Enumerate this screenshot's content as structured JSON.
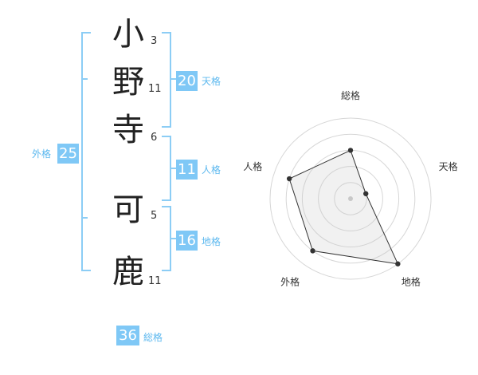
{
  "name": {
    "chars": [
      {
        "char": "小",
        "strokes": "3"
      },
      {
        "char": "野",
        "strokes": "11"
      },
      {
        "char": "寺",
        "strokes": "6"
      },
      {
        "char": "可",
        "strokes": "5"
      },
      {
        "char": "鹿",
        "strokes": "11"
      }
    ]
  },
  "scores": {
    "tenkaku": {
      "value": "20",
      "label": "天格"
    },
    "jinkaku": {
      "value": "11",
      "label": "人格"
    },
    "chikaku": {
      "value": "16",
      "label": "地格"
    },
    "gaikaku": {
      "value": "25",
      "label": "外格"
    },
    "soukaku": {
      "value": "36",
      "label": "総格"
    }
  },
  "colors": {
    "accent": "#7fc8f6",
    "bracket": "#8ccdf5",
    "label": "#5cb8ef"
  },
  "chart_data": {
    "type": "radar",
    "axes": [
      "総格",
      "天格",
      "地格",
      "外格",
      "人格"
    ],
    "values": [
      3,
      1,
      5,
      4,
      4
    ],
    "max": 5,
    "rings": 5,
    "grid": true
  }
}
